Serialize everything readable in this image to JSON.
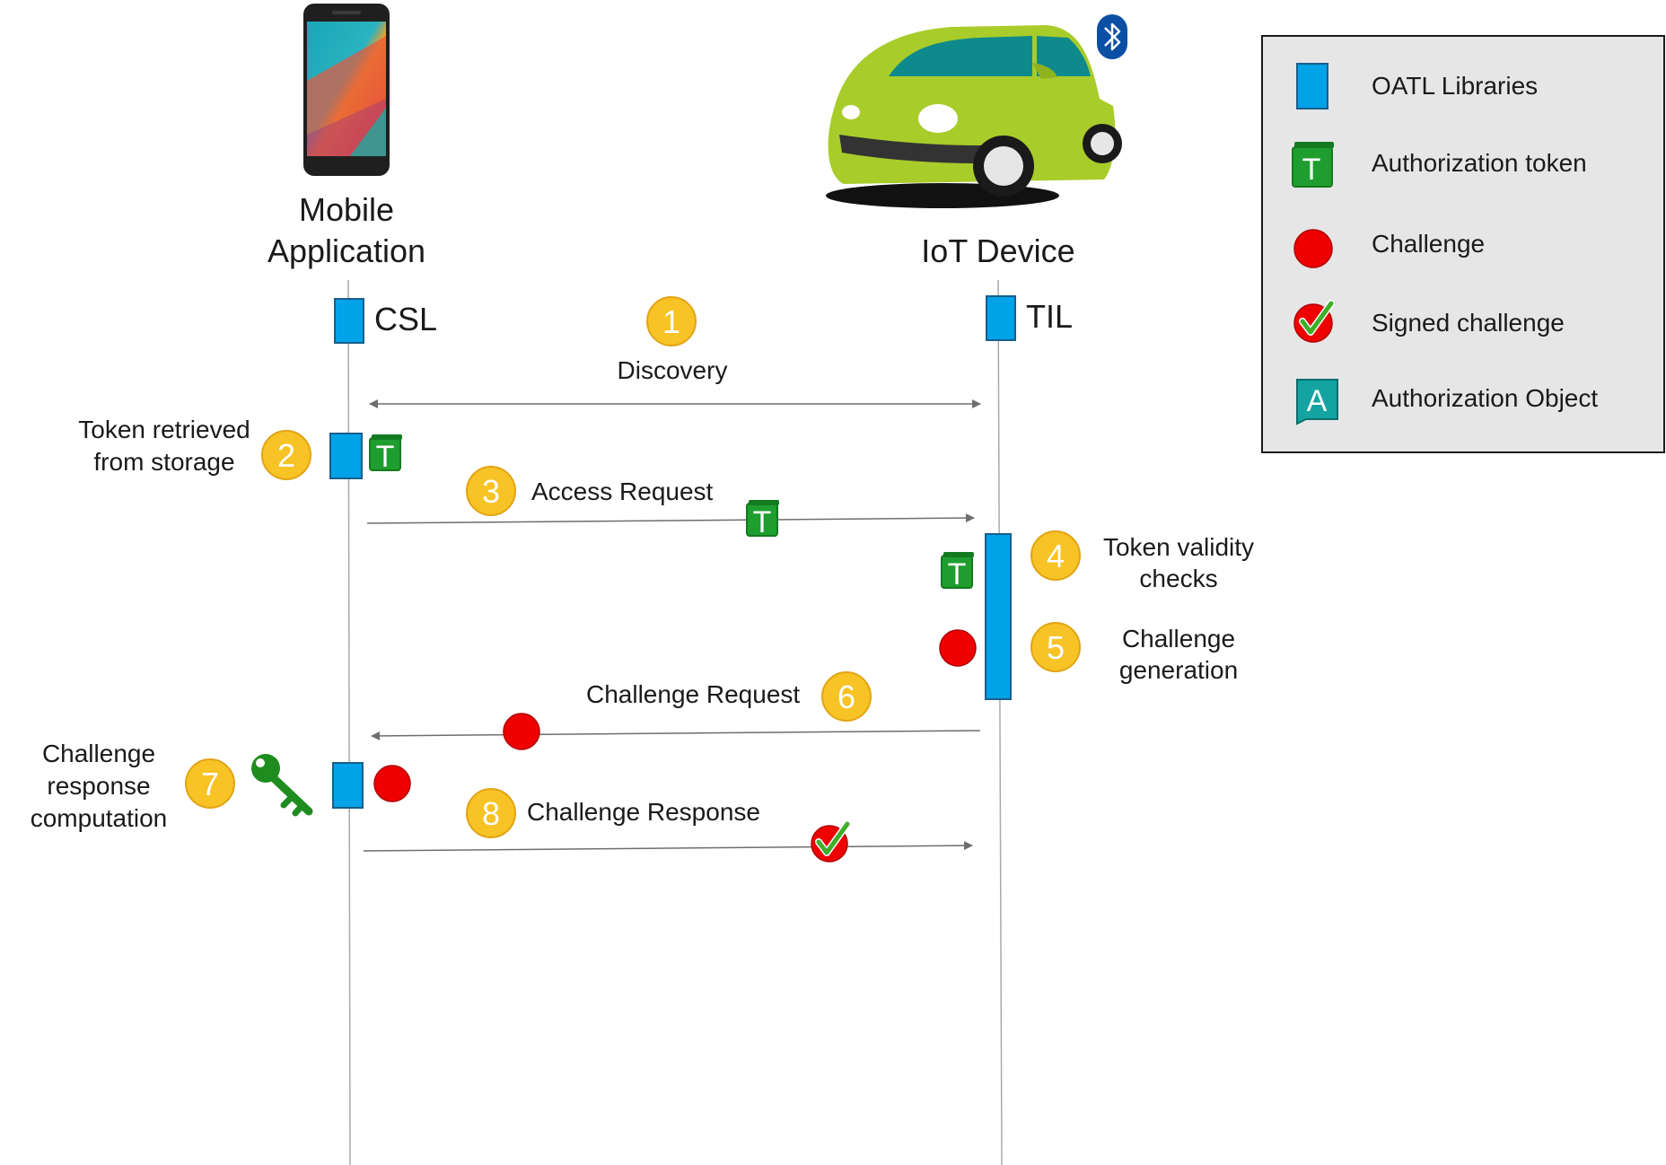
{
  "actors": {
    "mobile": {
      "title_line1": "Mobile",
      "title_line2": "Application",
      "library": "CSL"
    },
    "iot": {
      "title": "IoT Device",
      "library": "TIL"
    }
  },
  "steps": [
    {
      "number": "1",
      "label": "Discovery"
    },
    {
      "number": "2",
      "label_line1": "Token retrieved",
      "label_line2": "from storage"
    },
    {
      "number": "3",
      "label": "Access Request"
    },
    {
      "number": "4",
      "label_line1": "Token validity",
      "label_line2": "checks"
    },
    {
      "number": "5",
      "label_line1": "Challenge",
      "label_line2": "generation"
    },
    {
      "number": "6",
      "label": "Challenge Request"
    },
    {
      "number": "7",
      "label_line1": "Challenge",
      "label_line2": "response",
      "label_line3": "computation"
    },
    {
      "number": "8",
      "label": "Challenge Response"
    }
  ],
  "legend": {
    "items": [
      {
        "icon": "oatl-library-icon",
        "label": "OATL Libraries"
      },
      {
        "icon": "authorization-token-icon",
        "label": "Authorization token",
        "glyph": "T"
      },
      {
        "icon": "challenge-icon",
        "label": "Challenge"
      },
      {
        "icon": "signed-challenge-icon",
        "label": "Signed challenge"
      },
      {
        "icon": "authorization-object-icon",
        "label": "Authorization Object",
        "glyph": "A"
      }
    ]
  },
  "token_glyph": "T",
  "colors": {
    "library_blue": "#00a2e8",
    "token_green": "#1e9e2e",
    "challenge_red": "#ee0000",
    "step_badge": "#f7c325",
    "legend_bg": "#e6e6e6",
    "auth_object_teal": "#13a3a0",
    "car_body": "#a8cc2a"
  }
}
